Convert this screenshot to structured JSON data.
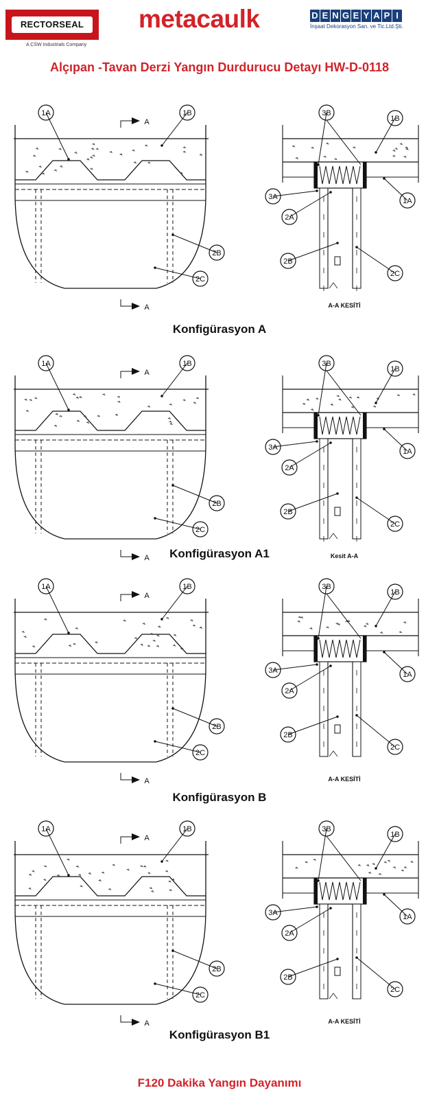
{
  "header": {
    "rectorseal": {
      "name": "RECTORSEAL",
      "tagline": "A CSW Industrials Company"
    },
    "metacaulk": {
      "name": "metacaulk"
    },
    "dengeyapi": {
      "name": "DENGEYAPI",
      "tagline": "İnşaat Dekorasyon San. ve Tic.Ltd.Şti."
    }
  },
  "title": "Alçıpan -Tavan Derzi Yangın Durdurucu Detayı HW-D-0118",
  "configurations": [
    {
      "label": "Konfigürasyon A",
      "section_caption": "A-A KESİTİ"
    },
    {
      "label": "Konfigürasyon A1",
      "section_caption": "Kesit A-A"
    },
    {
      "label": "Konfigürasyon B",
      "section_caption": "A-A KESİTİ"
    },
    {
      "label": "Konfigürasyon B1",
      "section_caption": "A-A KESİTİ"
    }
  ],
  "callouts": {
    "c1A": "1A",
    "c1B": "1B",
    "c2A": "2A",
    "c2B": "2B",
    "c2C": "2C",
    "c3A": "3A",
    "c3B": "3B",
    "section_mark": "A"
  },
  "footer": "F120 Dakika Yangın Dayanımı",
  "colors": {
    "brand_red": "#d2232a",
    "navy": "#1a3f7a"
  }
}
